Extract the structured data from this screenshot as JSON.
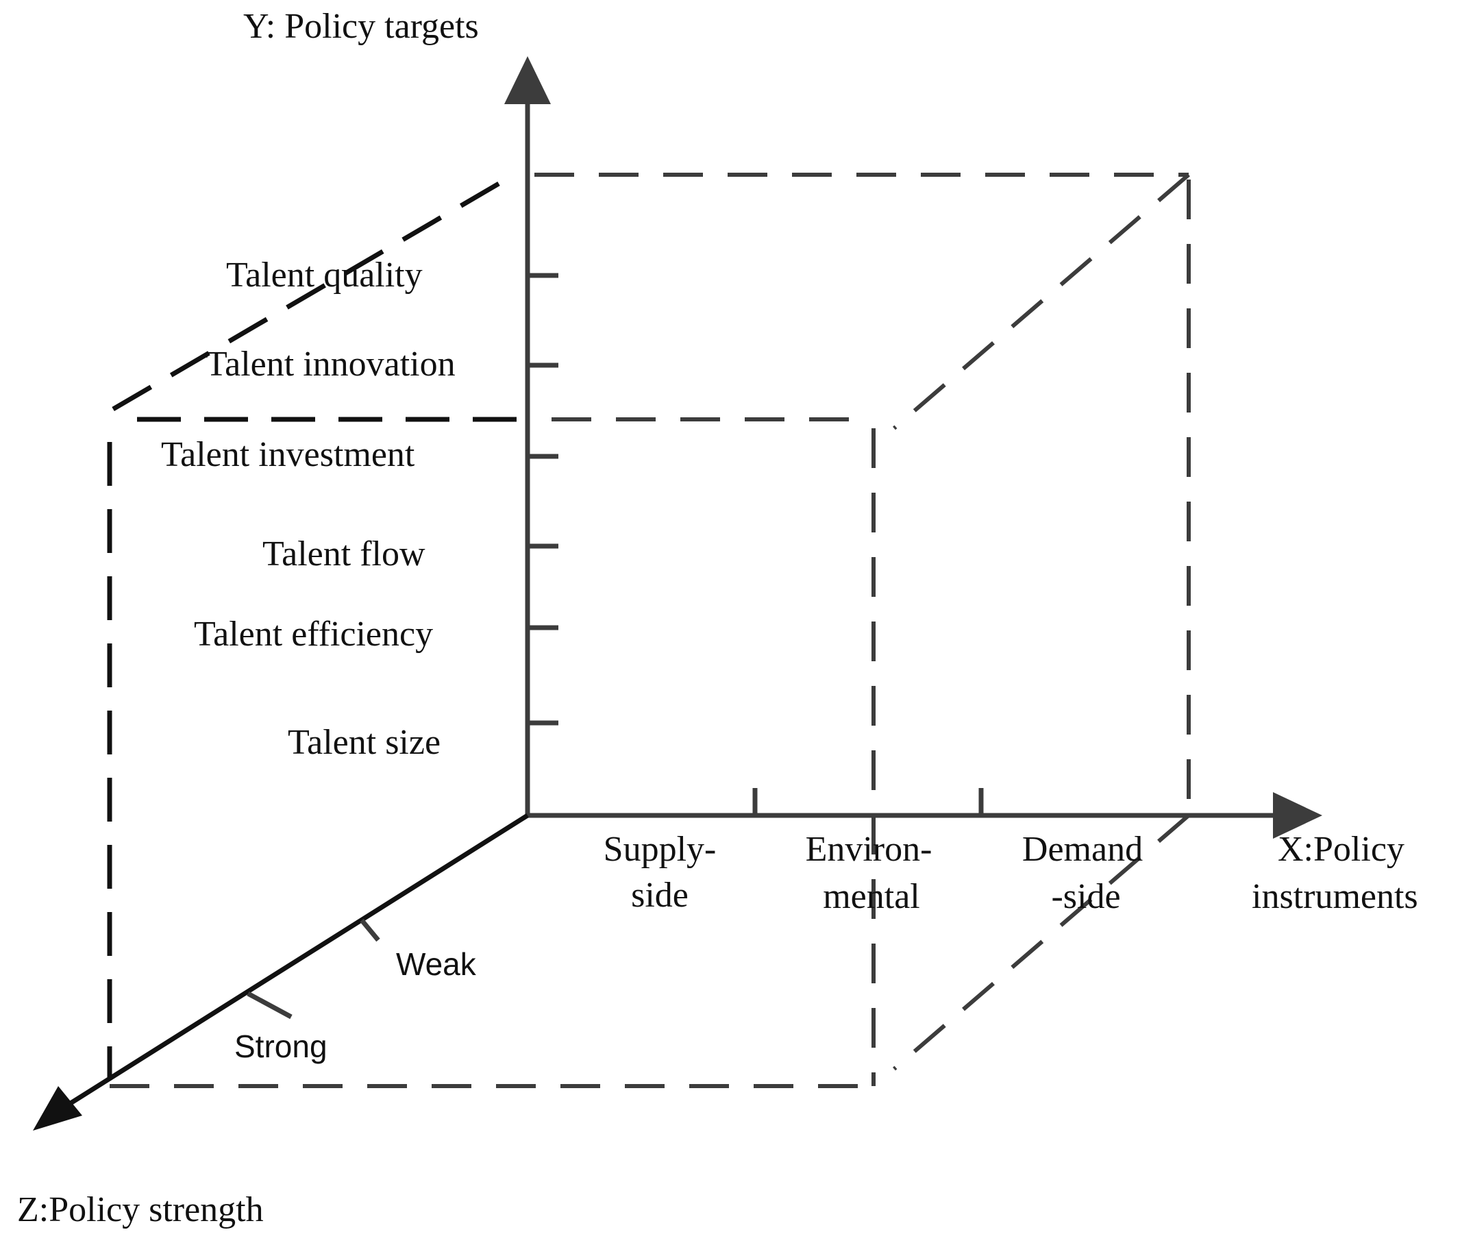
{
  "axes": {
    "y_label": "Y:  Policy targets",
    "x_label_line1": "X:Policy",
    "x_label_line2": "instruments",
    "z_label": "Z:Policy strength"
  },
  "y_categories": [
    "Talent quality",
    "Talent innovation",
    "Talent investment",
    "Talent flow",
    "Talent efficiency",
    "Talent size"
  ],
  "x_categories": [
    {
      "line1": "Supply-",
      "line2": "side"
    },
    {
      "line1": "Environ-",
      "line2": "mental"
    },
    {
      "line1": "Demand",
      "line2": "-side"
    }
  ],
  "z_categories": [
    "Weak",
    "Strong"
  ]
}
